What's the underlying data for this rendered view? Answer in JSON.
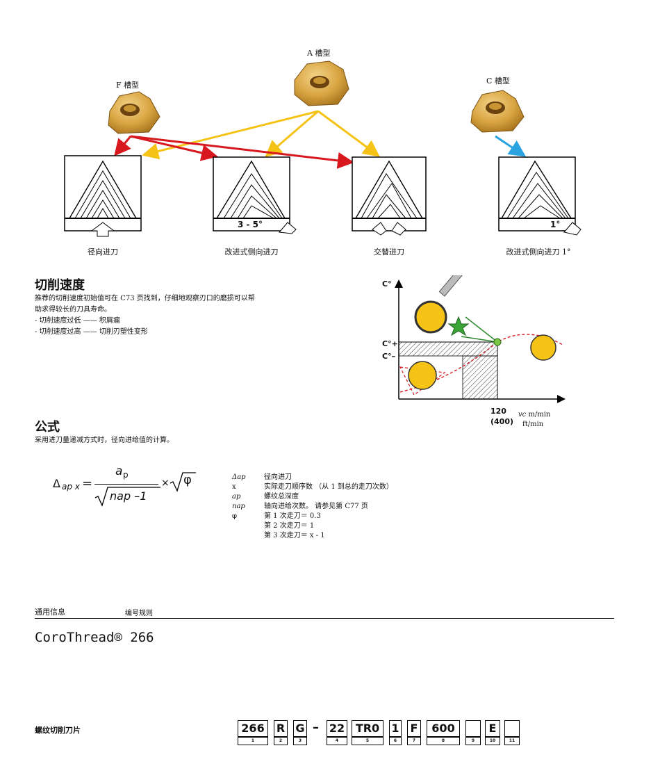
{
  "insert_labels": {
    "a": "A 槽型",
    "f": "F 槽型",
    "c": "C 槽型"
  },
  "diagrams": [
    {
      "caption": "径向进刀",
      "box_text": ""
    },
    {
      "caption": "改进式侧向进刀",
      "box_text": "3 - 5°"
    },
    {
      "caption": "交替进刀",
      "box_text": ""
    },
    {
      "caption": "改进式侧向进刀 1°",
      "box_text": "1°"
    }
  ],
  "cutting_speed": {
    "heading": "切削速度",
    "lines": [
      "推荐的切削速度初始值可在 C73 页找到，仔细地观察刃口的磨损可以帮",
      "助求得较长的刀具寿命。",
      "- 切削速度过低 —— 积屑瘤",
      "- 切削速度过高 —— 切削刃塑性变形"
    ]
  },
  "graph": {
    "y_label": "C°",
    "y_plus": "C°+",
    "y_minus": "C°–",
    "x_value_metric": "120",
    "x_value_imperial": "(400)",
    "x_unit_metric": "m/min",
    "x_unit_imperial": "ft/min",
    "x_symbol": "vc"
  },
  "formula": {
    "heading": "公式",
    "intro": "采用进刀量递减方式时，径向进给值的计算。",
    "lhs_delta": "Δ",
    "lhs_sub": "ap x",
    "equals": "=",
    "numerator": "a",
    "numerator_sub": "p",
    "denominator": "nap –1",
    "times": "×",
    "phi": "φ",
    "legend": [
      {
        "sym": "Δap",
        "text": "径向进刀"
      },
      {
        "sym": "x",
        "text": "实际走刀顺序数 （从 1 到总的走刀次数）"
      },
      {
        "sym": "ap",
        "text": "螺纹总深度"
      },
      {
        "sym": "nap",
        "text": "轴向进给次数。 请参见第 C77 页"
      },
      {
        "sym": "φ",
        "text": "第 1 次走刀＝ 0.3"
      },
      {
        "sym": "",
        "text": "第 2 次走刀＝  1"
      },
      {
        "sym": "",
        "text": "第 3 次走刀＝  x - 1"
      }
    ]
  },
  "footer": {
    "section": "通用信息",
    "subsection": "编号规则",
    "product": "CoroThread® 266",
    "product_type": "螺纹切削刀片",
    "code_boxes": [
      "266",
      "R",
      "G",
      "–",
      "22",
      "TR0",
      "1",
      "F",
      "600",
      "",
      "E",
      ""
    ],
    "code_numbers": [
      "1",
      "2",
      "3",
      "4",
      "5",
      "6",
      "7",
      "8",
      "9",
      "10",
      "11"
    ]
  },
  "colors": {
    "red": "#d7191f",
    "yellow": "#f5c316",
    "blue": "#29a3e0",
    "gold": "#d9a441"
  }
}
